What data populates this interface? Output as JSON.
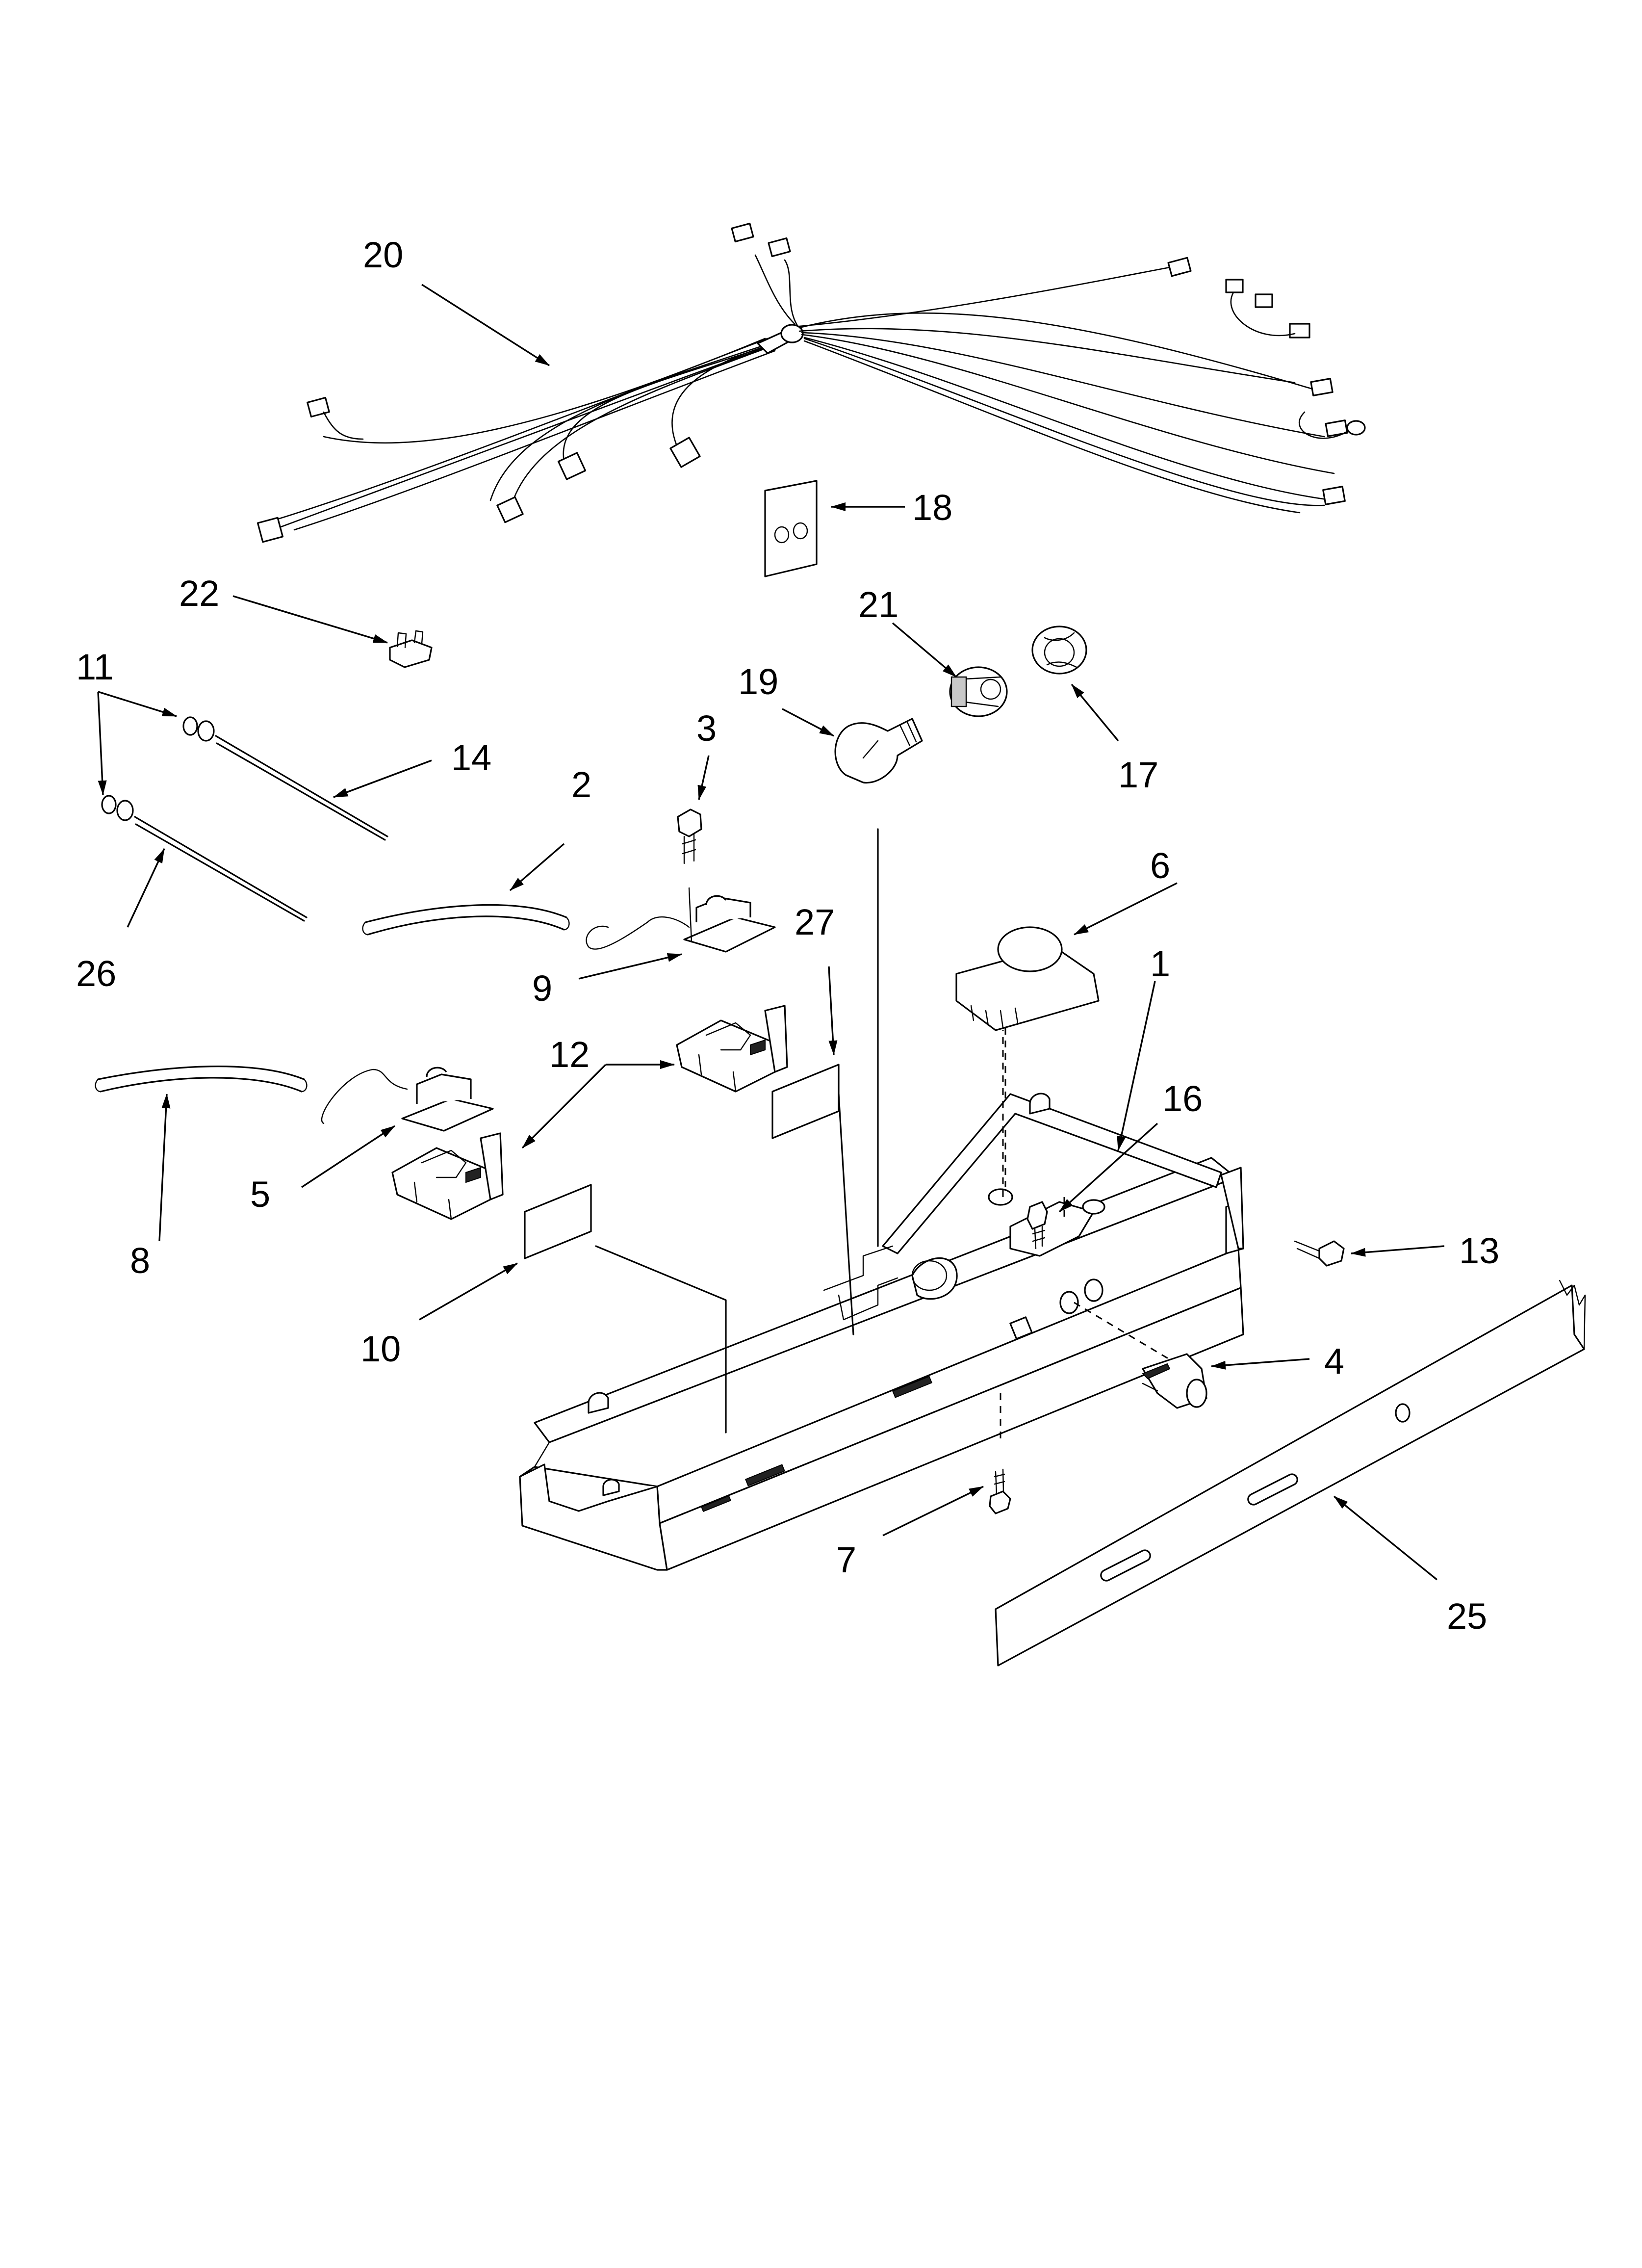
{
  "diagram": {
    "callouts": {
      "c1": "1",
      "c2": "2",
      "c3": "3",
      "c4": "4",
      "c5": "5",
      "c6": "6",
      "c7": "7",
      "c8": "8",
      "c9": "9",
      "c10": "10",
      "c11": "11",
      "c12": "12",
      "c13": "13",
      "c14": "14",
      "c16": "16",
      "c17": "17",
      "c18": "18",
      "c19": "19",
      "c20": "20",
      "c21": "21",
      "c22": "22",
      "c25": "25",
      "c26": "26",
      "c27": "27"
    }
  }
}
